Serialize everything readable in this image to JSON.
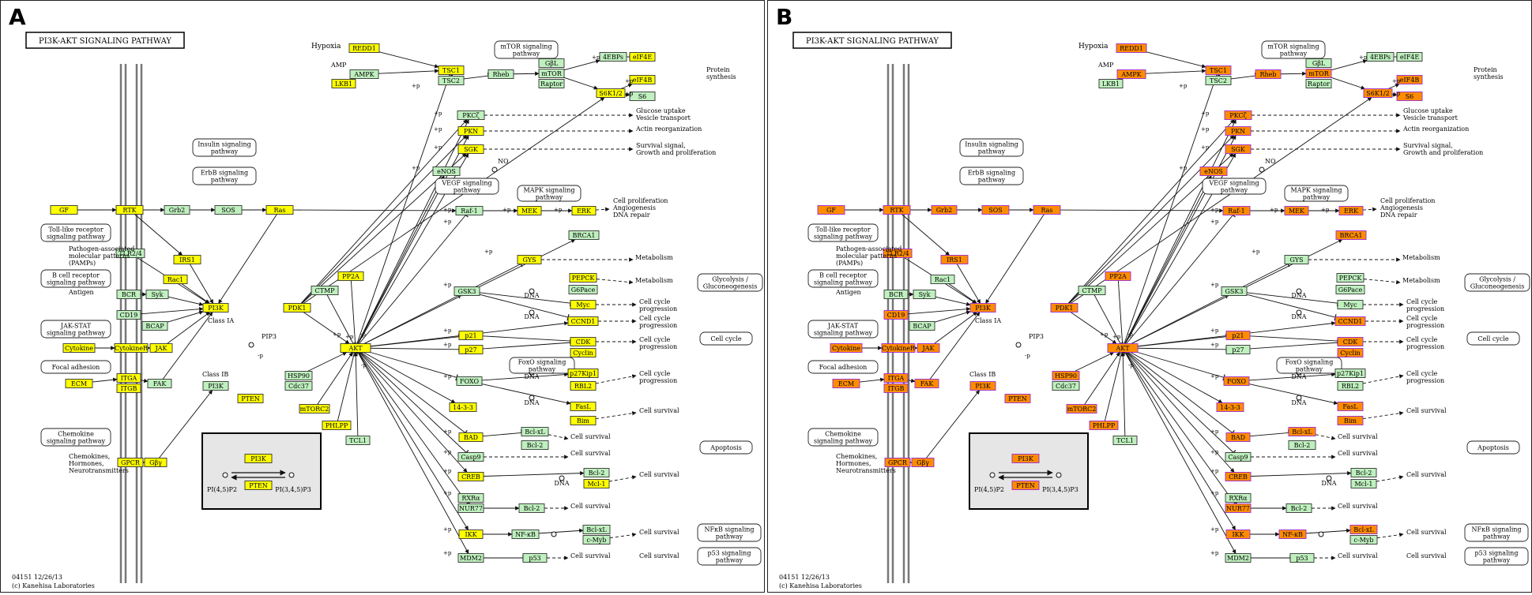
{
  "panels": [
    {
      "letter": "A",
      "scheme": "A"
    },
    {
      "letter": "B",
      "scheme": "B"
    }
  ],
  "title": "PI3K-AKT SIGNALING PATHWAY",
  "footer": {
    "id": "04151 12/26/13",
    "credit": "(c) Kanehisa Laboratories"
  },
  "colors": {
    "yellow": "#ffff00",
    "orange": "#ff8c00",
    "green": "#bff0bf",
    "orange_border": "#9a2bd6",
    "inset_bg": "#e6e6e6"
  },
  "nodes": [
    {
      "id": "gf",
      "label": "GF",
      "A": "y",
      "B": "o"
    },
    {
      "id": "rtk",
      "label": "RTK",
      "A": "y",
      "B": "o"
    },
    {
      "id": "grb2",
      "label": "Grb2",
      "A": "g",
      "B": "o"
    },
    {
      "id": "sos",
      "label": "SOS",
      "A": "g",
      "B": "o"
    },
    {
      "id": "ras",
      "label": "Ras",
      "A": "y",
      "B": "o"
    },
    {
      "id": "tlr24",
      "label": "TLR2/4",
      "A": "g",
      "B": "o"
    },
    {
      "id": "irs1",
      "label": "IRS1",
      "A": "y",
      "B": "o"
    },
    {
      "id": "rac1",
      "label": "Rac1",
      "A": "y",
      "B": "g"
    },
    {
      "id": "bcr",
      "label": "BCR",
      "A": "g",
      "B": "g"
    },
    {
      "id": "syk",
      "label": "Syk",
      "A": "g",
      "B": "g"
    },
    {
      "id": "cd19",
      "label": "CD19",
      "A": "g",
      "B": "o"
    },
    {
      "id": "bcap",
      "label": "BCAP",
      "A": "g",
      "B": "g"
    },
    {
      "id": "cytokine",
      "label": "Cytokine",
      "A": "y",
      "B": "o"
    },
    {
      "id": "cytokiner",
      "label": "CytokineR",
      "A": "y",
      "B": "o"
    },
    {
      "id": "jak",
      "label": "JAK",
      "A": "y",
      "B": "o"
    },
    {
      "id": "ecm",
      "label": "ECM",
      "A": "y",
      "B": "o"
    },
    {
      "id": "itga",
      "label": "ITGA",
      "A": "y",
      "B": "o"
    },
    {
      "id": "itgb",
      "label": "ITGB",
      "A": "y",
      "B": "o"
    },
    {
      "id": "fak",
      "label": "FAK",
      "A": "g",
      "B": "o"
    },
    {
      "id": "gpcr",
      "label": "GPCR",
      "A": "y",
      "B": "o"
    },
    {
      "id": "gby",
      "label": "Gβγ",
      "A": "y",
      "B": "o"
    },
    {
      "id": "pi3ka",
      "label": "PI3K",
      "A": "y",
      "B": "o"
    },
    {
      "id": "pi3kb",
      "label": "PI3K",
      "A": "g",
      "B": "o"
    },
    {
      "id": "pten",
      "label": "PTEN",
      "A": "y",
      "B": "o"
    },
    {
      "id": "pdk1",
      "label": "PDK1",
      "A": "y",
      "B": "o"
    },
    {
      "id": "ctmp",
      "label": "CTMP",
      "A": "g",
      "B": "g"
    },
    {
      "id": "pp2a",
      "label": "PP2A",
      "A": "y",
      "B": "o"
    },
    {
      "id": "hsp90",
      "label": "HSP90",
      "A": "g",
      "B": "o"
    },
    {
      "id": "cdc37",
      "label": "Cdc37",
      "A": "g",
      "B": "g"
    },
    {
      "id": "mtorc2",
      "label": "mTORC2",
      "A": "y",
      "B": "o"
    },
    {
      "id": "phlpp",
      "label": "PHLPP",
      "A": "y",
      "B": "o"
    },
    {
      "id": "tcl1",
      "label": "TCL1",
      "A": "g",
      "B": "g"
    },
    {
      "id": "akt",
      "label": "AKT",
      "A": "y",
      "B": "o"
    },
    {
      "id": "redd1",
      "label": "REDD1",
      "A": "y",
      "B": "o"
    },
    {
      "id": "ampk",
      "label": "AMPK",
      "A": "g",
      "B": "o"
    },
    {
      "id": "lkb1",
      "label": "LKB1",
      "A": "y",
      "B": "g"
    },
    {
      "id": "tsc1",
      "label": "TSC1",
      "A": "y",
      "B": "o"
    },
    {
      "id": "tsc2",
      "label": "TSC2",
      "A": "g",
      "B": "g"
    },
    {
      "id": "rheb",
      "label": "Rheb",
      "A": "g",
      "B": "o"
    },
    {
      "id": "gbl",
      "label": "GβL",
      "A": "g",
      "B": "g"
    },
    {
      "id": "mtor",
      "label": "mTOR",
      "A": "g",
      "B": "o"
    },
    {
      "id": "raptor",
      "label": "Raptor",
      "A": "g",
      "B": "g"
    },
    {
      "id": "4ebp",
      "label": "4EBPs",
      "A": "g",
      "B": "g"
    },
    {
      "id": "eif4e",
      "label": "eIF4E",
      "A": "y",
      "B": "g"
    },
    {
      "id": "s6k",
      "label": "S6K1/2",
      "A": "y",
      "B": "o"
    },
    {
      "id": "eif4b",
      "label": "eIF4B",
      "A": "y",
      "B": "o"
    },
    {
      "id": "s6",
      "label": "S6",
      "A": "g",
      "B": "o"
    },
    {
      "id": "pkcz",
      "label": "PKCζ",
      "A": "g",
      "B": "o"
    },
    {
      "id": "pkn",
      "label": "PKN",
      "A": "y",
      "B": "o"
    },
    {
      "id": "sgk",
      "label": "SGK",
      "A": "y",
      "B": "o"
    },
    {
      "id": "enos",
      "label": "eNOS",
      "A": "g",
      "B": "o"
    },
    {
      "id": "raf1",
      "label": "Raf-1",
      "A": "g",
      "B": "o"
    },
    {
      "id": "mek",
      "label": "MEK",
      "A": "y",
      "B": "o"
    },
    {
      "id": "erk",
      "label": "ERK",
      "A": "y",
      "B": "o"
    },
    {
      "id": "brca1",
      "label": "BRCA1",
      "A": "g",
      "B": "o"
    },
    {
      "id": "gys",
      "label": "GYS",
      "A": "y",
      "B": "g"
    },
    {
      "id": "gsk3",
      "label": "GSK3",
      "A": "g",
      "B": "g"
    },
    {
      "id": "pepck",
      "label": "PEPCK",
      "A": "y",
      "B": "g"
    },
    {
      "id": "g6pase",
      "label": "G6Pace",
      "A": "g",
      "B": "g"
    },
    {
      "id": "myc",
      "label": "Myc",
      "A": "y",
      "B": "g"
    },
    {
      "id": "ccnd1",
      "label": "CCND1",
      "A": "y",
      "B": "o"
    },
    {
      "id": "p21",
      "label": "p21",
      "A": "y",
      "B": "o"
    },
    {
      "id": "p27",
      "label": "p27",
      "A": "y",
      "B": "g"
    },
    {
      "id": "cdk",
      "label": "CDK",
      "A": "y",
      "B": "o"
    },
    {
      "id": "cyclin",
      "label": "Cyclin",
      "A": "y",
      "B": "o"
    },
    {
      "id": "foxo",
      "label": "FOXO",
      "A": "g",
      "B": "o"
    },
    {
      "id": "p27kip1",
      "label": "p27Kip1",
      "A": "y",
      "B": "g"
    },
    {
      "id": "rbl2",
      "label": "RBL2",
      "A": "y",
      "B": "g"
    },
    {
      "id": "1433",
      "label": "14-3-3",
      "A": "y",
      "B": "o"
    },
    {
      "id": "fasl",
      "label": "FasL",
      "A": "y",
      "B": "o"
    },
    {
      "id": "bim",
      "label": "Bim",
      "A": "y",
      "B": "o"
    },
    {
      "id": "bad",
      "label": "BAD",
      "A": "y",
      "B": "o"
    },
    {
      "id": "bclxl1",
      "label": "Bcl-xL",
      "A": "g",
      "B": "o"
    },
    {
      "id": "bcl21",
      "label": "Bcl-2",
      "A": "g",
      "B": "g"
    },
    {
      "id": "casp9",
      "label": "Casp9",
      "A": "g",
      "B": "g"
    },
    {
      "id": "creb",
      "label": "CREB",
      "A": "y",
      "B": "o"
    },
    {
      "id": "bcl22",
      "label": "Bcl-2",
      "A": "g",
      "B": "g"
    },
    {
      "id": "mcl1",
      "label": "Mcl-1",
      "A": "y",
      "B": "g"
    },
    {
      "id": "rxra",
      "label": "RXRα",
      "A": "g",
      "B": "g"
    },
    {
      "id": "nur77",
      "label": "NUR77",
      "A": "g",
      "B": "o"
    },
    {
      "id": "bcl23",
      "label": "Bcl-2",
      "A": "g",
      "B": "g"
    },
    {
      "id": "ikk",
      "label": "IKK",
      "A": "y",
      "B": "o"
    },
    {
      "id": "nfkb",
      "label": "NF-κB",
      "A": "g",
      "B": "o"
    },
    {
      "id": "bclxl2",
      "label": "Bcl-xL",
      "A": "g",
      "B": "o"
    },
    {
      "id": "cmyb",
      "label": "c-Myb",
      "A": "g",
      "B": "g"
    },
    {
      "id": "mdm2",
      "label": "MDM2",
      "A": "g",
      "B": "g"
    },
    {
      "id": "p53",
      "label": "p53",
      "A": "g",
      "B": "g"
    },
    {
      "id": "inset_pi3k",
      "label": "PI3K",
      "A": "y",
      "B": "o"
    },
    {
      "id": "inset_pten",
      "label": "PTEN",
      "A": "y",
      "B": "o"
    }
  ],
  "pathway_boxes": [
    {
      "id": "tlr",
      "label": "Toll-like receptor\nsignaling pathway"
    },
    {
      "id": "bcell",
      "label": "B cell receptor\nsignaling pathway"
    },
    {
      "id": "jakstat",
      "label": "JAK-STAT\nsignaling pathway"
    },
    {
      "id": "focal",
      "label": "Focal adhesion"
    },
    {
      "id": "chemokine",
      "label": "Chemokine\nsignaling pathway"
    },
    {
      "id": "insulin",
      "label": "Insulin signaling\npathway"
    },
    {
      "id": "erbb",
      "label": "ErbB signaling\npathway"
    },
    {
      "id": "mtorsig",
      "label": "mTOR signaling\npathway"
    },
    {
      "id": "vegf",
      "label": "VEGF signaling\npathway"
    },
    {
      "id": "mapk",
      "label": "MAPK signaling\npathway"
    },
    {
      "id": "foxosig",
      "label": "FoxO signaling\npathway"
    },
    {
      "id": "glyco",
      "label": "Glycolysis /\nGluconeogenesis"
    },
    {
      "id": "cellcycle",
      "label": "Cell cycle"
    },
    {
      "id": "apoptosis",
      "label": "Apoptosis"
    },
    {
      "id": "nfkbsig",
      "label": "NFκB signaling\npathway"
    },
    {
      "id": "p53sig",
      "label": "p53 signaling\npathway"
    }
  ],
  "labels": [
    {
      "id": "hypoxia",
      "text": "Hypoxia"
    },
    {
      "id": "amp",
      "text": "AMP"
    },
    {
      "id": "protsyn",
      "text": "Protein\nsynthesis"
    },
    {
      "id": "glucose",
      "text": "Glucose uptake\nVesicle transport"
    },
    {
      "id": "actin",
      "text": "Actin reorganization"
    },
    {
      "id": "survgrowth",
      "text": "Survival signal,\nGrowth and proliferation"
    },
    {
      "id": "no",
      "text": "NO"
    },
    {
      "id": "cellprolif",
      "text": "Cell proliferation\nAngiogenesis\nDNA repair"
    },
    {
      "id": "pamps",
      "text": "Pathogen-associated\nmolecular patterns\n(PAMPs)"
    },
    {
      "id": "antigen",
      "text": "Antigen"
    },
    {
      "id": "chemokines",
      "text": "Chemokines,\nHormones,\nNeurotransmitters"
    },
    {
      "id": "classia",
      "text": "Class IA"
    },
    {
      "id": "classib",
      "text": "Class IB"
    },
    {
      "id": "pip3",
      "text": "PIP3"
    },
    {
      "id": "metab",
      "text": "Metabolism"
    },
    {
      "id": "metab2",
      "text": "Metabolism"
    },
    {
      "id": "dna1",
      "text": "DNA"
    },
    {
      "id": "dna2",
      "text": "DNA"
    },
    {
      "id": "dna3",
      "text": "DNA"
    },
    {
      "id": "dna4",
      "text": "DNA"
    },
    {
      "id": "dna5",
      "text": "DNA"
    },
    {
      "id": "ccp1",
      "text": "Cell cycle\nprogression"
    },
    {
      "id": "ccp2",
      "text": "Cell cycle\nprogression"
    },
    {
      "id": "ccp3",
      "text": "Cell cycle\nprogression"
    },
    {
      "id": "ccp4",
      "text": "Cell cycle\nprogression"
    },
    {
      "id": "cs1",
      "text": "Cell survival"
    },
    {
      "id": "cs2",
      "text": "Cell survival"
    },
    {
      "id": "cs3",
      "text": "Cell survival"
    },
    {
      "id": "cs4",
      "text": "Cell survival"
    },
    {
      "id": "cs5",
      "text": "Cell survival"
    },
    {
      "id": "cs6",
      "text": "Cell survival"
    },
    {
      "id": "cs7",
      "text": "Cell survival"
    },
    {
      "id": "cs8",
      "text": "Cell survival"
    },
    {
      "id": "pi45p2",
      "text": "PI(4,5)P2"
    },
    {
      "id": "pi345p3",
      "text": "PI(3,4,5)P3"
    },
    {
      "id": "p_plus",
      "text": "+p"
    },
    {
      "id": "p_minus",
      "text": "-p"
    }
  ]
}
